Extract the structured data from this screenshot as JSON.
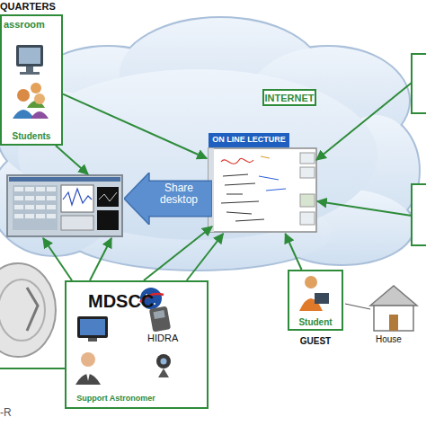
{
  "diagram": {
    "nodes": [
      {
        "text": [
          "QUARTERS",
          "assroom",
          "Students"
        ]
      },
      {
        "text": [
          "INTERNET"
        ]
      },
      {
        "text": [
          "ON LINE LECTURE"
        ]
      },
      {
        "text": [
          "Share desktop"
        ]
      },
      {
        "text": [
          "MDSCC",
          "HIDRA",
          "Support Astronomer"
        ]
      },
      {
        "text": [
          "Student",
          "GUEST"
        ]
      }
    ],
    "edges": [
      {
        "from": 0,
        "to": 2,
        "arrow": "to"
      },
      {
        "from": 4,
        "to": 2,
        "arrow": "to"
      },
      {
        "from": 5,
        "to": 2,
        "arrow": "to"
      }
    ],
    "labels": [
      "House",
      "-R"
    ]
  }
}
